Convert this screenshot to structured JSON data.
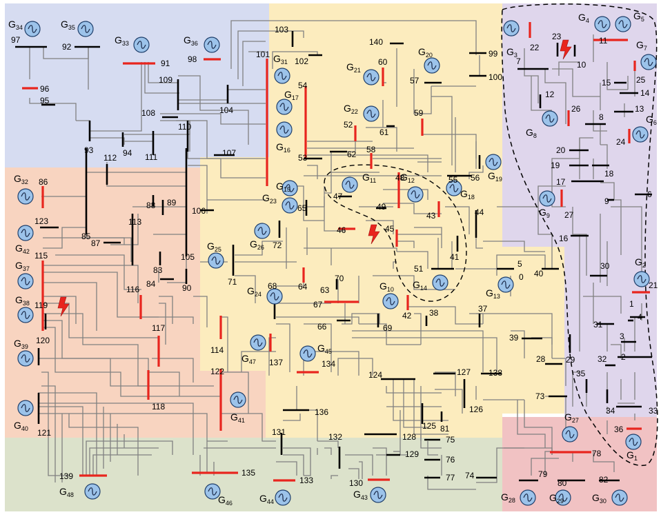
{
  "diagram": {
    "region_colors": [
      "#cfd6ee",
      "#fbe9b3",
      "#f7cdb5",
      "#d6ddc2",
      "#d9cfe9",
      "#eeb7b9"
    ],
    "colors": {
      "bus": "#000000",
      "bus_highlight": "#e8251e",
      "line": "#808080",
      "gen_fill": "#9cc3ea",
      "fault": "#e8251e"
    },
    "generators": [
      {
        "id": "G",
        "num": "34"
      },
      {
        "id": "G",
        "num": "35"
      },
      {
        "id": "G",
        "num": "33"
      },
      {
        "id": "G",
        "num": "36"
      },
      {
        "id": "G",
        "num": "31"
      },
      {
        "id": "G",
        "num": "17"
      },
      {
        "id": "G",
        "num": "16"
      },
      {
        "id": "G",
        "num": "21"
      },
      {
        "id": "G",
        "num": "20"
      },
      {
        "id": "G",
        "num": "22"
      },
      {
        "id": "G",
        "num": "3"
      },
      {
        "id": "G",
        "num": "4"
      },
      {
        "id": "G",
        "num": "5"
      },
      {
        "id": "G",
        "num": "7"
      },
      {
        "id": "G",
        "num": "8"
      },
      {
        "id": "G",
        "num": "6"
      },
      {
        "id": "G",
        "num": "19"
      },
      {
        "id": "G",
        "num": "32"
      },
      {
        "id": "G",
        "num": "11"
      },
      {
        "id": "G",
        "num": "12"
      },
      {
        "id": "G",
        "num": "18"
      },
      {
        "id": "G",
        "num": "15"
      },
      {
        "id": "G",
        "num": "23"
      },
      {
        "id": "G",
        "num": "9"
      },
      {
        "id": "G",
        "num": "42"
      },
      {
        "id": "G",
        "num": "26"
      },
      {
        "id": "G",
        "num": "25"
      },
      {
        "id": "G",
        "num": "37"
      },
      {
        "id": "G",
        "num": "38"
      },
      {
        "id": "G",
        "num": "14"
      },
      {
        "id": "G",
        "num": "13"
      },
      {
        "id": "G",
        "num": "2"
      },
      {
        "id": "G",
        "num": "24"
      },
      {
        "id": "G",
        "num": "10"
      },
      {
        "id": "G",
        "num": "39"
      },
      {
        "id": "G",
        "num": "47"
      },
      {
        "id": "G",
        "num": "45"
      },
      {
        "id": "G",
        "num": "41"
      },
      {
        "id": "G",
        "num": "40"
      },
      {
        "id": "G",
        "num": "27"
      },
      {
        "id": "G",
        "num": "1"
      },
      {
        "id": "G",
        "num": "48"
      },
      {
        "id": "G",
        "num": "46"
      },
      {
        "id": "G",
        "num": "44"
      },
      {
        "id": "G",
        "num": "43"
      },
      {
        "id": "G",
        "num": "28"
      },
      {
        "id": "G",
        "num": "29"
      },
      {
        "id": "G",
        "num": "30"
      }
    ],
    "bus_labels": [
      "97",
      "92",
      "91",
      "98",
      "96",
      "95",
      "93",
      "94",
      "111",
      "108",
      "109",
      "110",
      "104",
      "101",
      "102",
      "103",
      "107",
      "112",
      "86",
      "85",
      "87",
      "123",
      "115",
      "119",
      "120",
      "121",
      "113",
      "88",
      "89",
      "83",
      "84",
      "90",
      "105",
      "106",
      "116",
      "117",
      "118",
      "114",
      "122",
      "140",
      "99",
      "100",
      "60",
      "57",
      "54",
      "53",
      "52",
      "61",
      "59",
      "62",
      "58",
      "56",
      "55",
      "47",
      "48",
      "49",
      "65",
      "43",
      "44",
      "46",
      "45",
      "41",
      "51",
      "72",
      "71",
      "68",
      "64",
      "63",
      "70",
      "67",
      "66",
      "69",
      "42",
      "38",
      "37",
      "5",
      "0",
      "40",
      "39",
      "28",
      "29",
      "73",
      "30",
      "31",
      "32",
      "3",
      "2",
      "1",
      "4",
      "21",
      "35",
      "34",
      "33",
      "36",
      "22",
      "23",
      "10",
      "11",
      "7",
      "25",
      "15",
      "14",
      "13",
      "12",
      "26",
      "8",
      "24",
      "20",
      "19",
      "18",
      "17",
      "9",
      "6",
      "27",
      "16",
      "137",
      "134",
      "136",
      "124",
      "127",
      "126",
      "125",
      "81",
      "75",
      "76",
      "77",
      "74",
      "138",
      "128",
      "129",
      "132",
      "131",
      "135",
      "133",
      "130",
      "139",
      "78",
      "79",
      "80",
      "82"
    ]
  }
}
